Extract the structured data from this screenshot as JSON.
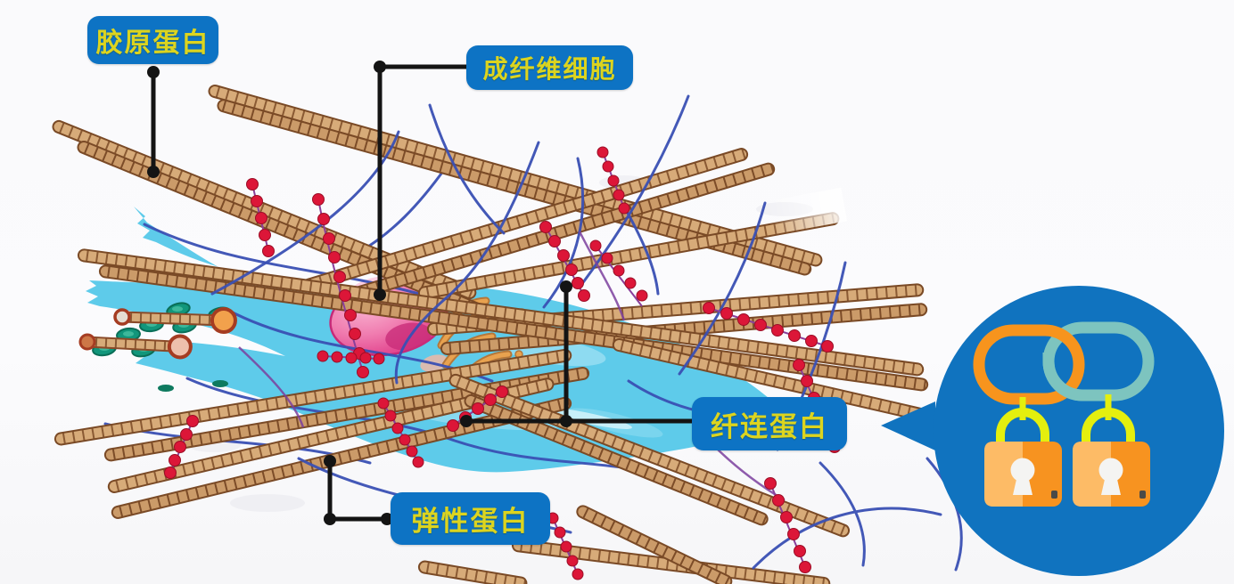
{
  "diagram": {
    "type": "biology-illustration",
    "subject": "extracellular-matrix-with-fibroblast",
    "labels": {
      "collagen": {
        "text": "胶原蛋白"
      },
      "fibroblast": {
        "text": "成纤维细胞"
      },
      "fibronectin": {
        "text": "纤连蛋白"
      },
      "elastin": {
        "text": "弹性蛋白"
      }
    },
    "colors": {
      "label_box_bg": "#0d73c4",
      "label_text": "#dcd41f",
      "connector_line": "#141414",
      "collagen_fiber_fill": "#d7ab79",
      "collagen_fiber_outline": "#7a4a26",
      "elastin_line": "#3a50b4",
      "fibronectin_bead": "#dc1638",
      "cell_body_cyan": "#5ecbea",
      "nucleus_pink": "#e44b92",
      "badge_circle_blue": "#1073bf",
      "chain_link_orange": "#f7941d",
      "chain_link_teal": "#7dc4bf",
      "shackle_yellow": "#e4ef0e",
      "padlock_orange": "#f79320",
      "padlock_light_orange": "#fdbb66"
    },
    "badge": {
      "icons": [
        "chain-link-orange-icon",
        "chain-link-teal-icon",
        "padlock-icon",
        "padlock-icon"
      ]
    }
  }
}
